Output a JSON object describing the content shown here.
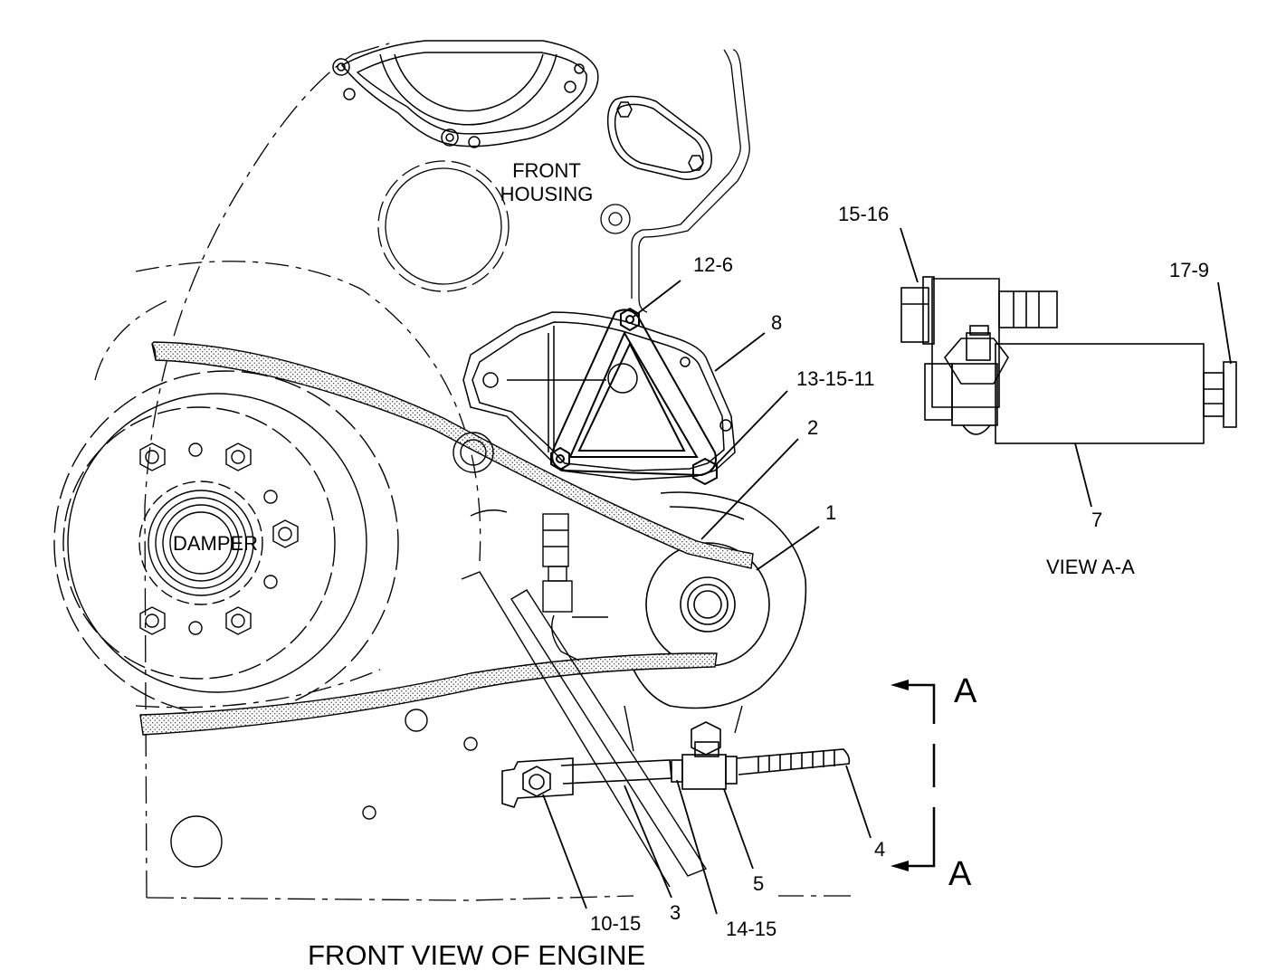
{
  "labels": {
    "front_housing_line1": "FRONT",
    "front_housing_line2": "HOUSING",
    "damper": "DAMPER",
    "callout_15_16": "15-16",
    "callout_17_9": "17-9",
    "callout_12_6": "12-6",
    "callout_8": "8",
    "callout_13_15_11": "13-15-11",
    "callout_2": "2",
    "callout_1": "1",
    "callout_7": "7",
    "view_aa": "VIEW A-A",
    "section_a_top": "A",
    "section_a_bottom": "A",
    "callout_4": "4",
    "callout_5": "5",
    "callout_3": "3",
    "callout_10_15": "10-15",
    "callout_14_15": "14-15",
    "title": "FRONT VIEW OF ENGINE"
  },
  "colors": {
    "ink": "#000000",
    "paper": "#ffffff",
    "belt_fill": "#ececec"
  }
}
